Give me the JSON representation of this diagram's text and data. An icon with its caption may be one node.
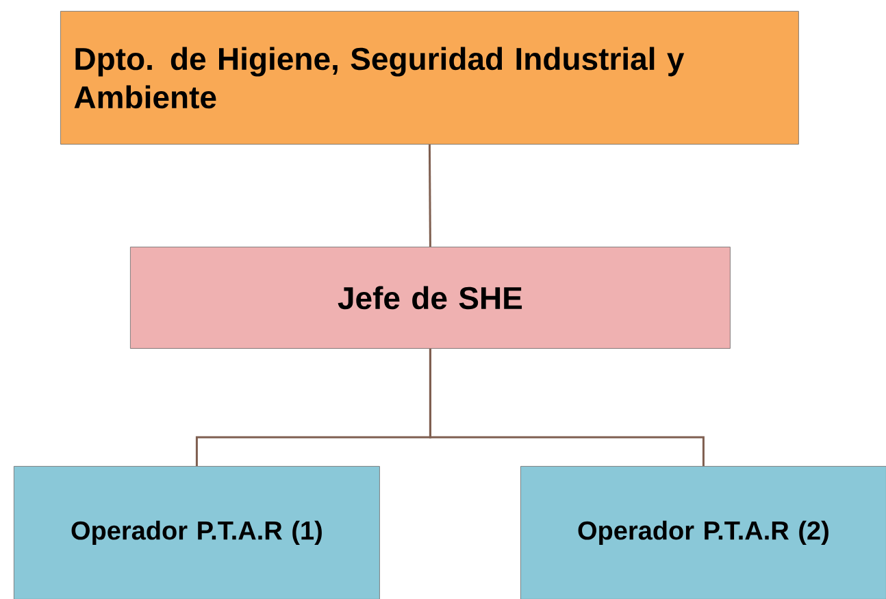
{
  "diagram": {
    "nodes": [
      {
        "text": [
          "Dpto. de Higiene, Seguridad Industrial y Ambiente"
        ]
      },
      {
        "text": [
          "Jefe de SHE"
        ]
      },
      {
        "text": [
          "Operador P.T.A.R (1)"
        ]
      },
      {
        "text": [
          "Operador P.T.A.R (2)"
        ]
      }
    ],
    "edges": [
      {
        "from": 0,
        "to": 1,
        "arrow": "none"
      },
      {
        "from": 1,
        "to": 2,
        "arrow": "none"
      },
      {
        "from": 1,
        "to": 3,
        "arrow": "none"
      }
    ]
  }
}
